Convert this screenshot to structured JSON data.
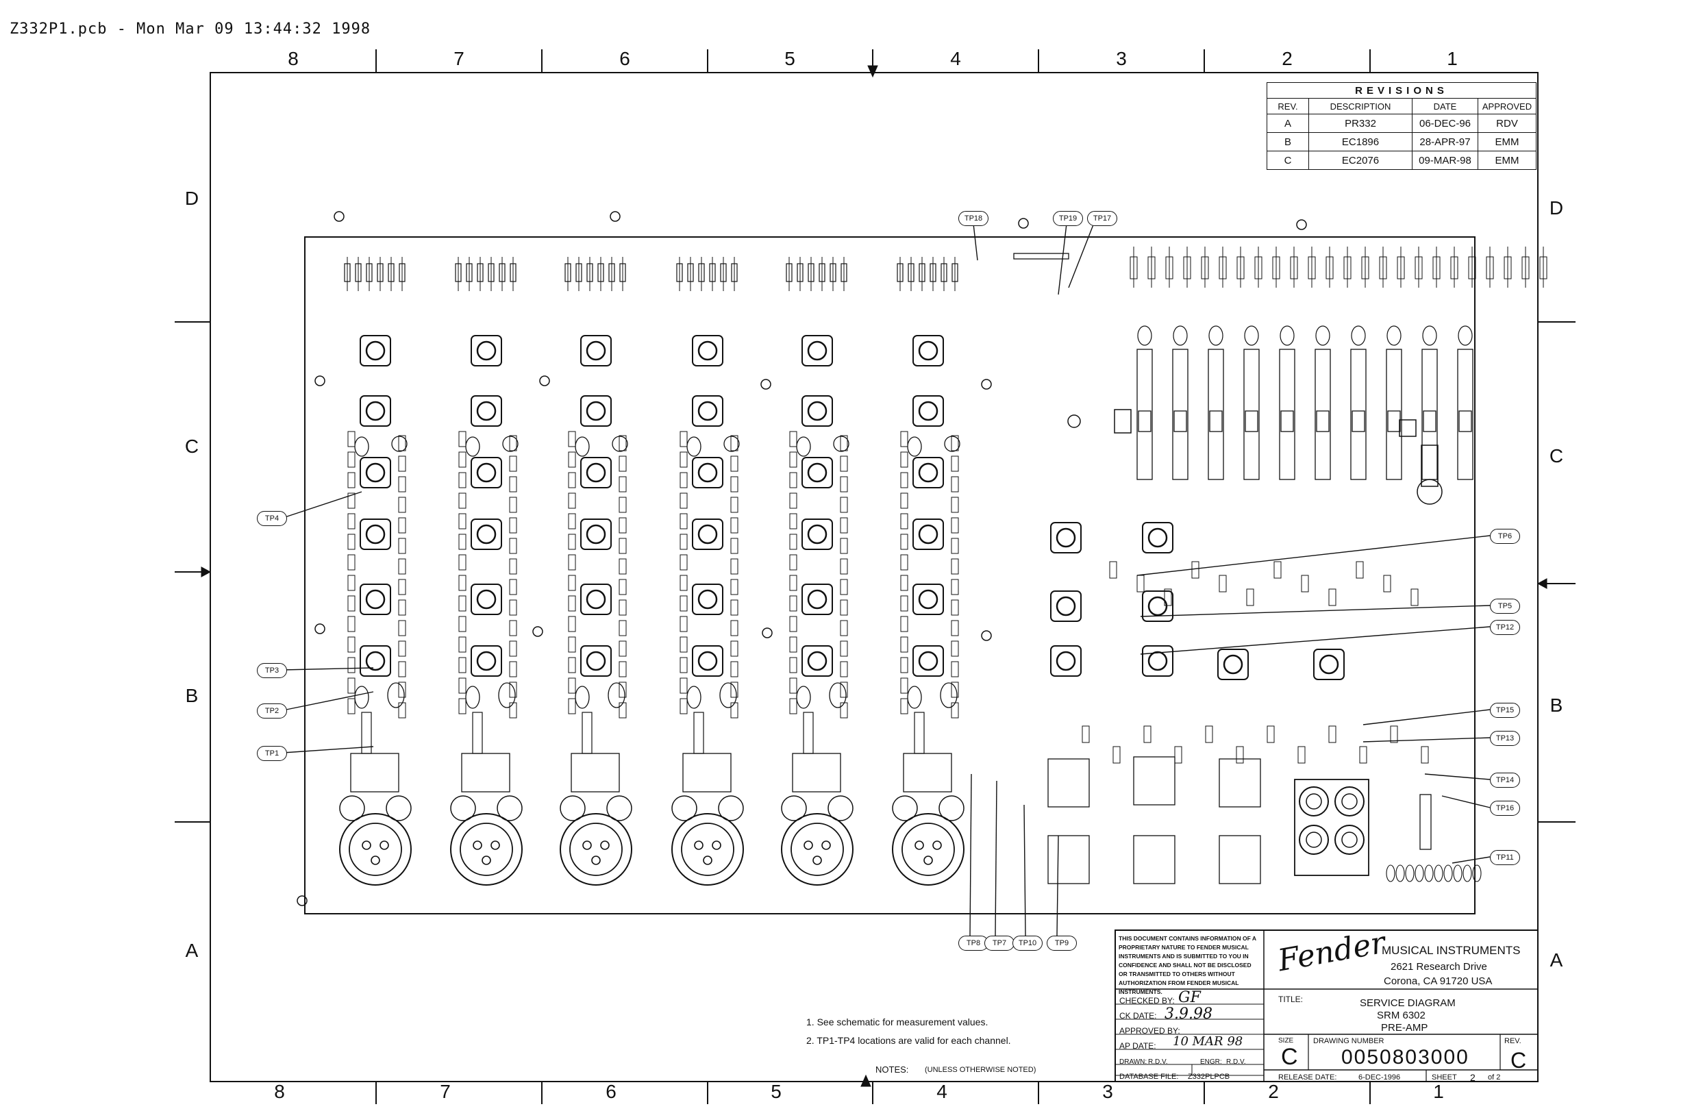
{
  "header": {
    "file_title": "Z332P1.pcb - Mon Mar 09 13:44:32 1998"
  },
  "zones": {
    "top": [
      "8",
      "7",
      "6",
      "5",
      "4",
      "3",
      "2",
      "1"
    ],
    "bottom": [
      "8",
      "7",
      "6",
      "5",
      "4",
      "3",
      "2",
      "1"
    ],
    "left": [
      "D",
      "C",
      "B",
      "A"
    ],
    "right": [
      "D",
      "C",
      "B",
      "A"
    ]
  },
  "revisions": {
    "title": "REVISIONS",
    "columns": [
      "REV.",
      "DESCRIPTION",
      "DATE",
      "APPROVED"
    ],
    "rows": [
      [
        "A",
        "PR332",
        "06-DEC-96",
        "RDV"
      ],
      [
        "B",
        "EC1896",
        "28-APR-97",
        "EMM"
      ],
      [
        "C",
        "EC2076",
        "09-MAR-98",
        "EMM"
      ]
    ]
  },
  "test_points": {
    "tp4": "TP4",
    "tp3": "TP3",
    "tp2": "TP2",
    "tp1": "TP1",
    "tp18": "TP18",
    "tp19": "TP19",
    "tp17": "TP17",
    "tp6": "TP6",
    "tp5": "TP5",
    "tp12": "TP12",
    "tp15": "TP15",
    "tp13": "TP13",
    "tp14": "TP14",
    "tp16": "TP16",
    "tp11": "TP11",
    "tp8": "TP8",
    "tp7": "TP7",
    "tp10": "TP10",
    "tp9": "TP9"
  },
  "notes": {
    "line1": "1. See schematic for measurement values.",
    "line2": "2. TP1-TP4  locations are valid for each channel.",
    "label": "NOTES:",
    "qualifier": "(UNLESS OTHERWISE NOTED)"
  },
  "title_block": {
    "confidential": "THIS DOCUMENT CONTAINS INFORMATION OF A PROPRIETARY NATURE TO FENDER MUSICAL INSTRUMENTS AND IS SUBMITTED TO YOU IN CONFIDENCE AND SHALL NOT BE DISCLOSED OR TRANSMITTED TO OTHERS WITHOUT AUTHORIZATION FROM FENDER MUSICAL INSTRUMENTS.",
    "logo": "Fender",
    "company": "MUSICAL INSTRUMENTS",
    "address1": "2621 Research Drive",
    "address2": "Corona, CA 91720 USA",
    "checked_by_label": "CHECKED BY:",
    "checked_by": "GF",
    "ck_date_label": "CK DATE:",
    "ck_date": "3.9.98",
    "approved_by_label": "APPROVED BY:",
    "ap_date_label": "AP DATE:",
    "ap_date": "10 MAR 98",
    "drawn_label": "DRAWN:",
    "drawn": "R.D.V.",
    "engr_label": "ENGR:",
    "engr": "R.D.V.",
    "database_label": "DATABASE FILE:",
    "database": "Z332PLPCB",
    "title_label": "TITLE:",
    "title1": "SERVICE DIAGRAM",
    "title2": "SRM 6302",
    "title3": "PRE-AMP",
    "size_label": "SIZE",
    "size": "C",
    "drawing_label": "DRAWING NUMBER",
    "drawing": "0050803000",
    "rev_label": "REV.",
    "rev": "C",
    "release_label": "RELEASE DATE:",
    "release": "6-DEC-1996",
    "sheet_label": "SHEET",
    "sheet": "2",
    "of": "of 2"
  },
  "colors": {
    "ink": "#111111",
    "paper": "#ffffff"
  }
}
